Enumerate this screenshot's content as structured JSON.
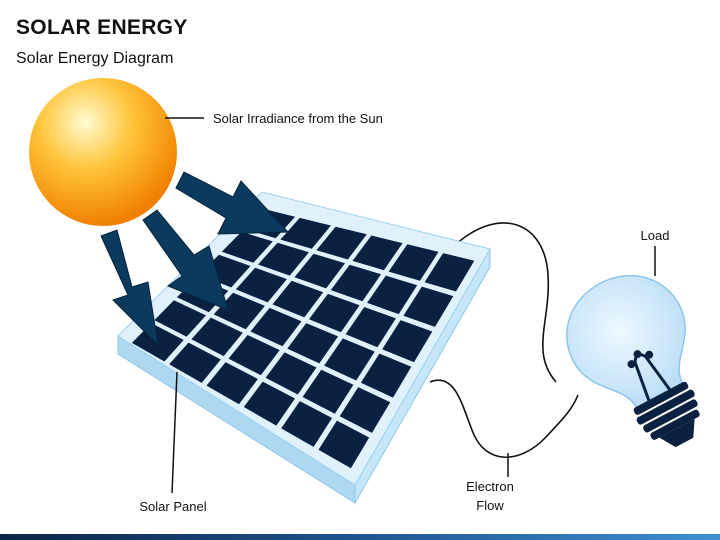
{
  "header": {
    "title": "SOLAR ENERGY",
    "subtitle": "Solar Energy Diagram"
  },
  "labels": {
    "sun": "Solar Irradiance from the Sun",
    "panel": "Solar Panel",
    "load": "Load",
    "flow_line1": "Electron",
    "flow_line2": "Flow"
  },
  "colors": {
    "sun_inner": "#fff6b0",
    "sun_outer": "#f08a00",
    "arrow": "#0b3a5f",
    "panel_frame": "#d9effb",
    "panel_side": "#b9def4",
    "panel_cell": "#0a2142",
    "bulb_glass": "#cfe9fb",
    "bulb_base": "#0a2142",
    "bottom_bar_dark": "#0b2545",
    "bottom_bar_light": "#3f8fd1"
  },
  "panel": {
    "rows": 6,
    "cols": 6
  },
  "icons": [
    "sun-icon",
    "solar-panel-icon",
    "light-bulb-icon",
    "arrow-icon"
  ]
}
